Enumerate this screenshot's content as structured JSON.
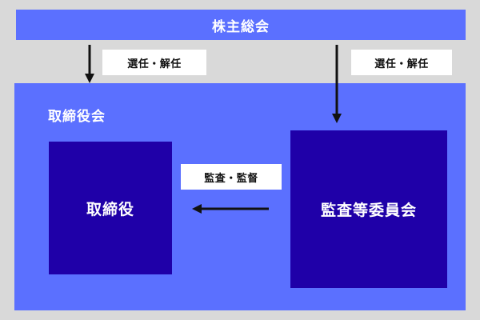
{
  "shareholders_meeting": {
    "label": "株主総会",
    "color": "#5b70ff"
  },
  "board": {
    "label": "取締役会",
    "color": "#5b70ff"
  },
  "director": {
    "label": "取締役",
    "color": "#1f00a8"
  },
  "audit_committee": {
    "label": "監査等委員会",
    "color": "#1f00a8"
  },
  "relations": {
    "elect_to_board": "選任・解任",
    "elect_to_audit": "選任・解任",
    "audit_to_director": "監査・監督"
  },
  "background_color": "#d9d9d9"
}
